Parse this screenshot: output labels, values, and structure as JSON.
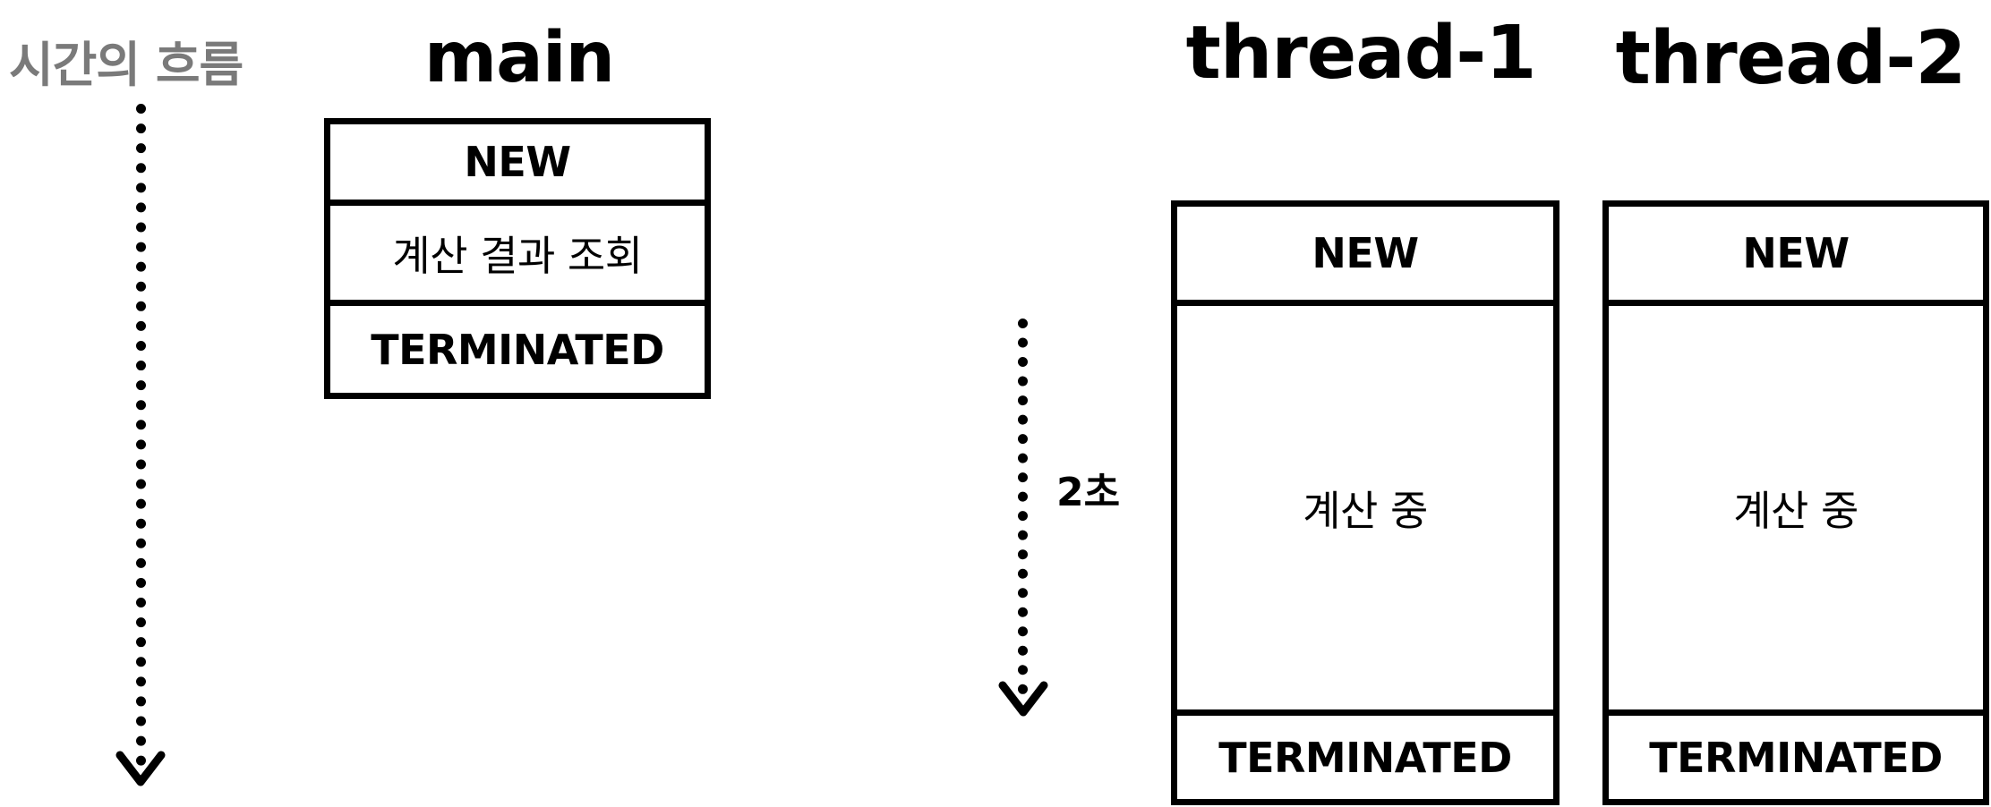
{
  "time_flow": {
    "label": "시간의 흐름"
  },
  "threads": {
    "main": {
      "title": "main",
      "states": [
        "NEW",
        "계산 결과 조회",
        "TERMINATED"
      ]
    },
    "thread1": {
      "title": "thread-1",
      "states": [
        "NEW",
        "계산 중",
        "TERMINATED"
      ]
    },
    "thread2": {
      "title": "thread-2",
      "states": [
        "NEW",
        "계산 중",
        "TERMINATED"
      ]
    }
  },
  "duration": {
    "label": "2초"
  }
}
